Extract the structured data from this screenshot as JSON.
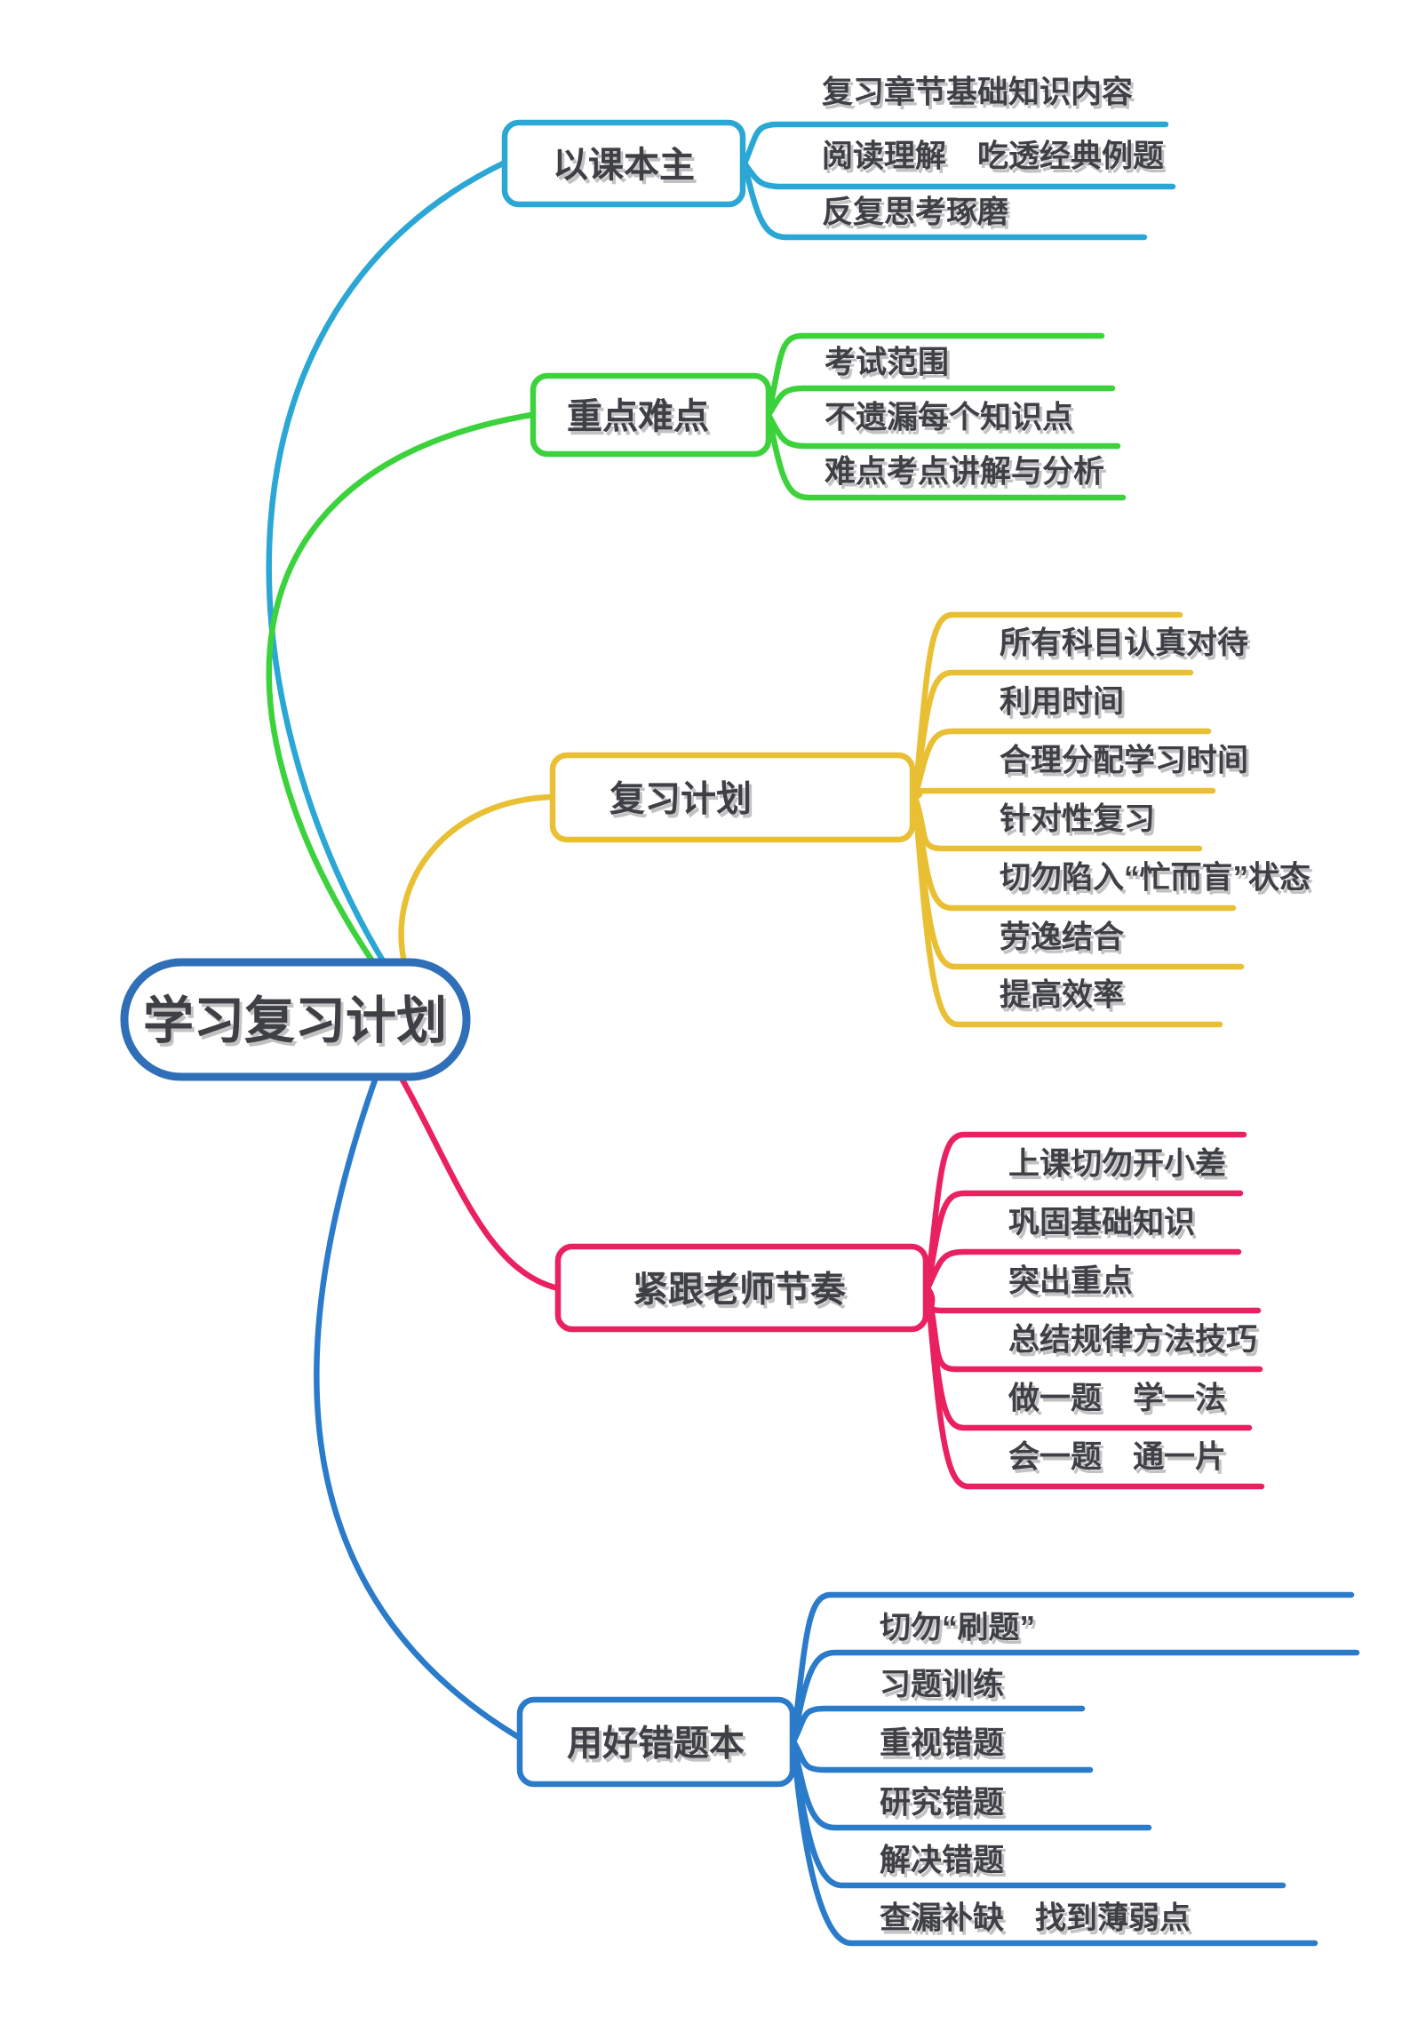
{
  "title": "学习复习计划",
  "colors": {
    "background": "#FFFFFF",
    "text": "#3E4045",
    "text_shadow": "#C2C2C2",
    "central_border": "#2E6FB7",
    "node_fill": "#FFFFFF"
  },
  "branches": [
    {
      "label": "以课本主",
      "color": "#2AA7D4",
      "children": [
        "复习章节基础知识内容",
        "阅读理解　吃透经典例题",
        "反复思考琢磨"
      ]
    },
    {
      "label": "重点难点",
      "color": "#3BD23B",
      "children": [
        "考试范围",
        "不遗漏每个知识点",
        "难点考点讲解与分析"
      ]
    },
    {
      "label": "复习计划",
      "color": "#E9BF33",
      "children": [
        "所有科目认真对待",
        "利用时间",
        "合理分配学习时间",
        "针对性复习",
        "切勿陷入“忙而盲”状态",
        "劳逸结合",
        "提高效率"
      ]
    },
    {
      "label": "紧跟老师节奏",
      "color": "#EA2160",
      "children": [
        "上课切勿开小差",
        "巩固基础知识",
        "突出重点",
        "总结规律方法技巧",
        "做一题　学一法",
        "会一题　通一片"
      ]
    },
    {
      "label": "用好错题本",
      "color": "#2B7BCB",
      "children": [
        "切勿“刷题”",
        "习题训练",
        "重视错题",
        "研究错题",
        "解决错题",
        "查漏补缺　找到薄弱点"
      ]
    }
  ]
}
